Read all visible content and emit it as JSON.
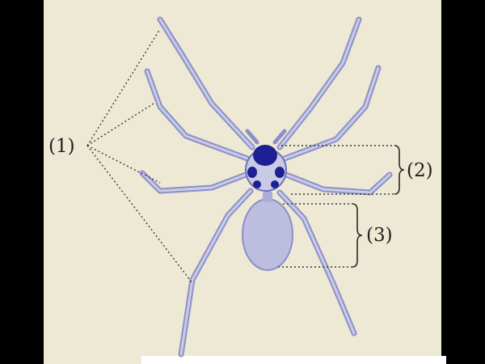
{
  "labels": {
    "legs": "(1)",
    "cephalothorax": "(2)",
    "abdomen": "(3)"
  },
  "colors": {
    "background": "#000000",
    "paper": "#ede9d4",
    "leg_stroke": "#8d90c8",
    "leg_fill": "#c9cbe6",
    "head_dark": "#1d1f95",
    "abdomen_fill": "#bcbddf",
    "guide_line": "#3a3a3a"
  },
  "icons": {
    "subject": "spider-illustration"
  }
}
